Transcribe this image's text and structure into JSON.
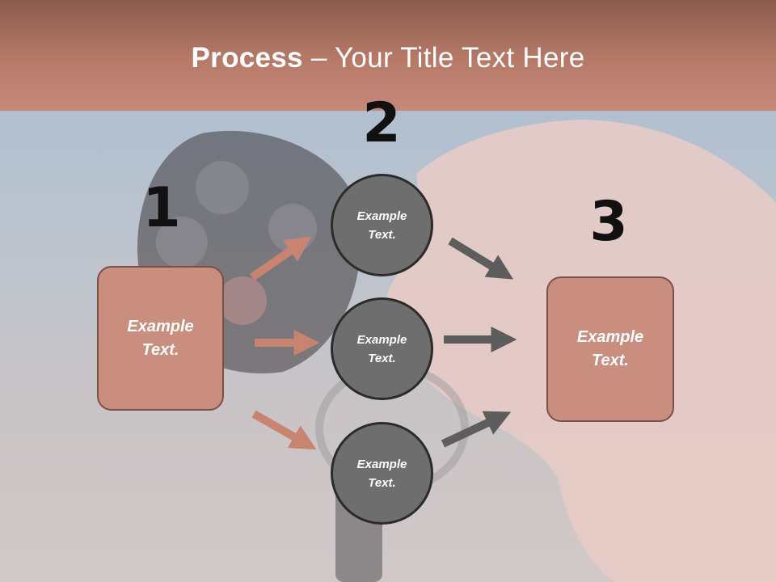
{
  "title": {
    "bold": "Process",
    "rest": " – Your Title Text Here"
  },
  "steps": {
    "n1": "1",
    "n2": "2",
    "n3": "3"
  },
  "box_left": {
    "text": "Example Text."
  },
  "box_right": {
    "text": "Example Text."
  },
  "circles": [
    {
      "text": "Example Text."
    },
    {
      "text": "Example Text."
    },
    {
      "text": "Example Text."
    }
  ],
  "colors": {
    "header": "#b77a68",
    "box_fill": "#c98e7e",
    "box_border": "#7a5148",
    "circle_fill": "#6e6e6e",
    "circle_border": "#2b2b2b",
    "arrow_salmon": "#c88470",
    "arrow_gray": "#5d5d5d"
  }
}
